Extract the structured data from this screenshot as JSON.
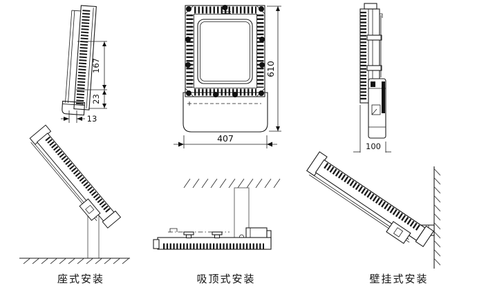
{
  "dims": {
    "d167": "167",
    "d23": "23",
    "d13": "13",
    "d610": "610",
    "d407": "407",
    "d100": "100"
  },
  "mounts": {
    "pedestal": "座式安装",
    "ceiling": "吸顶式安装",
    "wall": "壁挂式安装"
  },
  "colors": {
    "line": "#1a1a1a",
    "background": "#ffffff"
  }
}
